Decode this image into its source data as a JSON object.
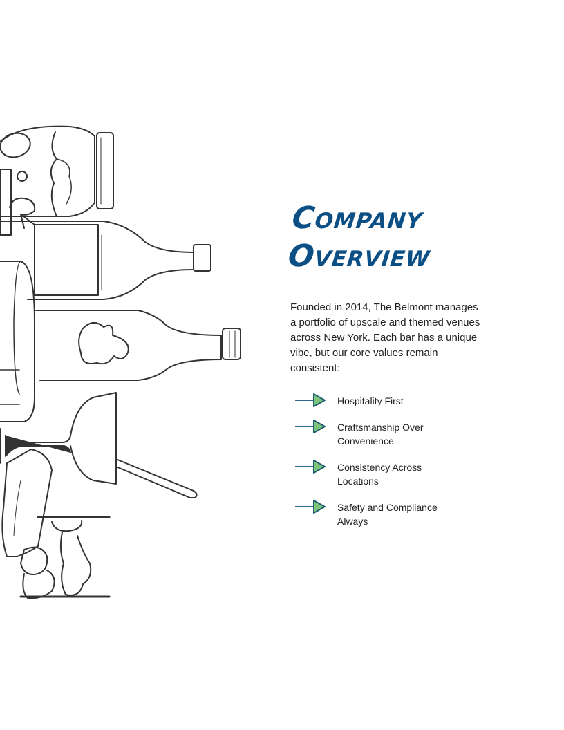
{
  "page": {
    "title_line1": "Company",
    "title_line2": "Overview",
    "intro": "Founded in 2014, The Belmont manages a portfolio of upscale and themed venues across New York. Each bar has a unique vibe, but our core values remain consistent:",
    "values": [
      {
        "label": "Hospitality First",
        "icon": "arrow-right-icon"
      },
      {
        "label": "Craftsmanship Over Convenience",
        "icon": "arrow-right-icon"
      },
      {
        "label": "Consistency Across Locations",
        "icon": "arrow-right-icon"
      },
      {
        "label": "Safety and Compliance Always",
        "icon": "arrow-right-icon"
      }
    ]
  },
  "illustration": {
    "subject": "line-drawing of stacked jars, wine bottles, glass and corkscrew"
  },
  "colors": {
    "title": "#0b4f84",
    "arrow_line": "#2a6a8f",
    "arrow_fill": "#7cc47a",
    "body_text": "#222222",
    "line_art": "#333333"
  }
}
